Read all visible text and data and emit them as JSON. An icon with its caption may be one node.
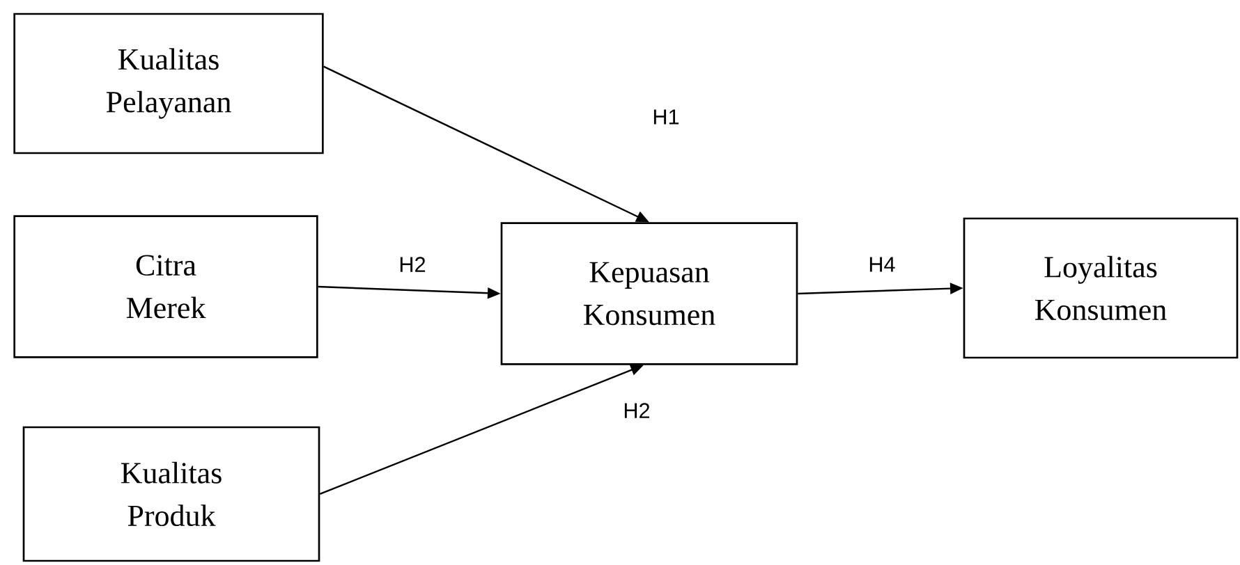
{
  "diagram": {
    "nodes": [
      {
        "text": [
          "Kualitas Pelayanan"
        ]
      },
      {
        "text": [
          "Citra Merek"
        ]
      },
      {
        "text": [
          "Kualitas Produk"
        ]
      },
      {
        "text": [
          "Kepuasan Konsumen"
        ]
      },
      {
        "text": [
          "Loyalitas Konsumen"
        ]
      }
    ],
    "edges": [
      {
        "from": 0,
        "to": 3,
        "arrow": "to",
        "label": "H1"
      },
      {
        "from": 1,
        "to": 3,
        "arrow": "to",
        "label": "H2"
      },
      {
        "from": 2,
        "to": 3,
        "arrow": "to",
        "label": "H2"
      },
      {
        "from": 3,
        "to": 4,
        "arrow": "to",
        "label": "H4"
      }
    ]
  }
}
